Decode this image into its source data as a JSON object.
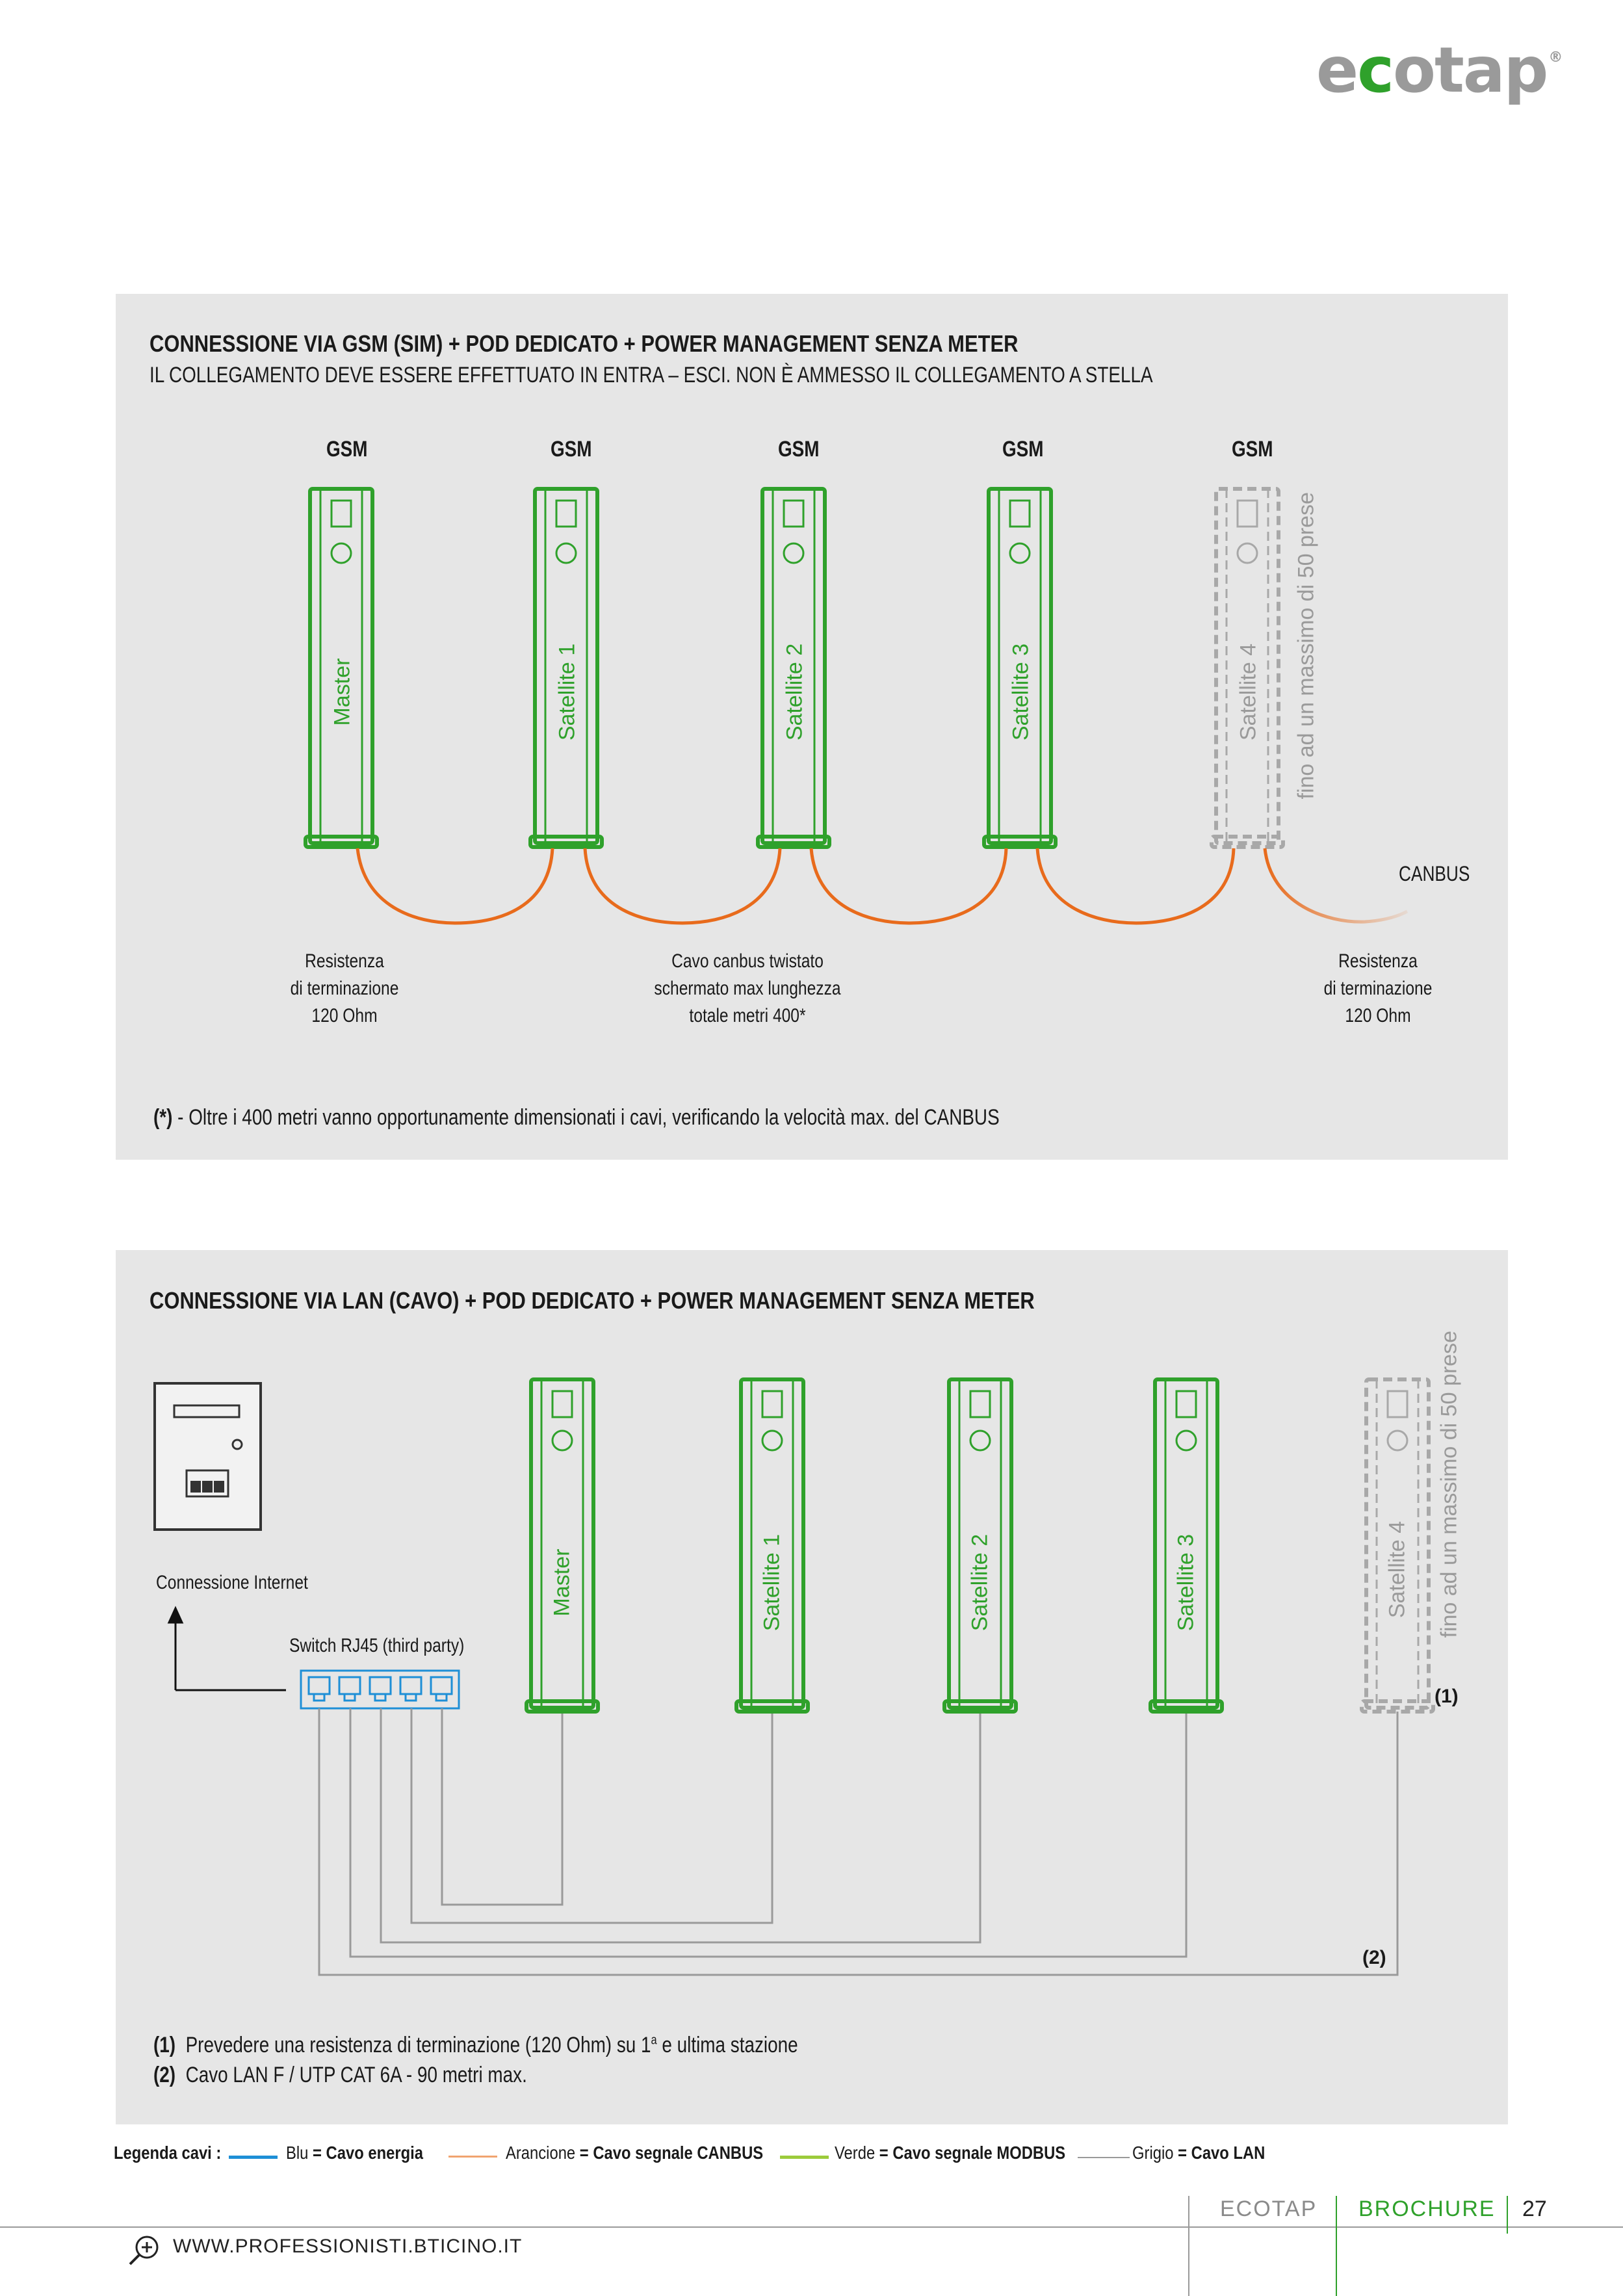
{
  "brand": {
    "logo_pre": "e",
    "logo_c": "c",
    "logo_post": "otap",
    "logo_mark": "®",
    "green": "#2fa12b",
    "orange": "#e86b1c",
    "gray": "#9a9a9a"
  },
  "section1": {
    "title": "CONNESSIONE VIA GSM (SIM) + POD DEDICATO + POWER MANAGEMENT SENZA METER",
    "subtitle": "IL COLLEGAMENTO DEVE ESSERE EFFETTUATO IN ENTRA – ESCI.  NON È AMMESSO IL COLLEGAMENTO A STELLA",
    "gsm_label": "GSM",
    "stations": [
      "Master",
      "Satellite 1",
      "Satellite 2",
      "Satellite 3",
      "Satellite 4"
    ],
    "max_note": "fino ad un massimo di 50 prese",
    "canbus": "CANBUS",
    "resistor_left": [
      "Resistenza",
      "di terminazione",
      "120 Ohm"
    ],
    "cable_note": [
      "Cavo canbus twistato",
      "schermato max lunghezza",
      "totale metri 400*"
    ],
    "resistor_right": [
      "Resistenza",
      "di terminazione",
      "120 Ohm"
    ],
    "footnote_mark": "(*)",
    "footnote": " - Oltre i 400 metri vanno opportunamente dimensionati i cavi, verificando la velocità max. del CANBUS"
  },
  "section2": {
    "title": "CONNESSIONE VIA LAN (CAVO) + POD DEDICATO + POWER MANAGEMENT SENZA METER",
    "stations": [
      "Master",
      "Satellite 1",
      "Satellite 2",
      "Satellite 3",
      "Satellite 4"
    ],
    "max_note": "fino ad un massimo di 50 prese",
    "internet": "Connessione Internet",
    "switch": "Switch RJ45 (third party)",
    "mark1": "(1)",
    "mark2": "(2)",
    "note1_mark": "(1)",
    "note1_pre": "Prevedere una resistenza di terminazione (120 Ohm) su 1",
    "note1_sup": "a",
    "note1_post": " e ultima stazione",
    "note2_mark": "(2)",
    "note2": "Cavo LAN F / UTP CAT 6A - 90 metri max."
  },
  "legend": {
    "title": "Legenda cavi :",
    "items": [
      {
        "color_name": "Blu",
        "eq": " = ",
        "label": "Cavo energia",
        "color": "#1e8fd6"
      },
      {
        "color_name": "Arancione",
        "eq": " = ",
        "label": "Cavo segnale CANBUS",
        "color": "#f0a470"
      },
      {
        "color_name": "Verde",
        "eq": " = ",
        "label": "Cavo segnale MODBUS",
        "color": "#9ccb3b"
      },
      {
        "color_name": "Grigio",
        "eq": " = ",
        "label": "Cavo LAN",
        "color": "#9a9a9a"
      }
    ]
  },
  "footer": {
    "section": "ECOTAP",
    "category": "BROCHURE",
    "page": "27",
    "website": "WWW.PROFESSIONISTI.BTICINO.IT"
  }
}
